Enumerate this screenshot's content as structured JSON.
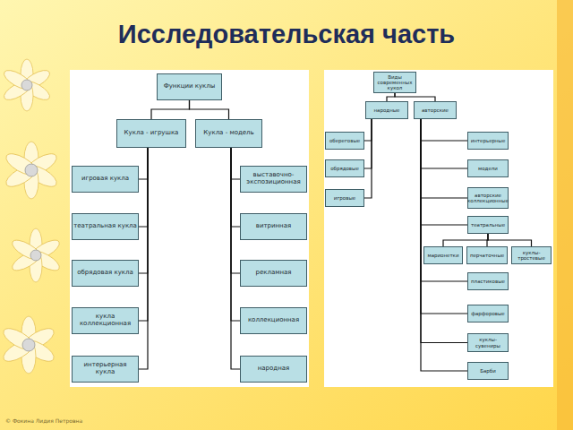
{
  "diagram": {
    "title": "Исследовательская часть",
    "nodes": [
      {
        "text": [
          "Функции куклы"
        ]
      },
      {
        "text": [
          "Кукла - игрушка"
        ]
      },
      {
        "text": [
          "Кукла - модель"
        ]
      },
      {
        "text": [
          "игровая кукла"
        ]
      },
      {
        "text": [
          "театральная кукла"
        ]
      },
      {
        "text": [
          "обрядовая кукла"
        ]
      },
      {
        "text": [
          "кукла коллекционная"
        ]
      },
      {
        "text": [
          "интерьерная кукла"
        ]
      },
      {
        "text": [
          "выставочно-экспозиционная"
        ]
      },
      {
        "text": [
          "витринная"
        ]
      },
      {
        "text": [
          "рекламная"
        ]
      },
      {
        "text": [
          "коллекционная"
        ]
      },
      {
        "text": [
          "народная"
        ]
      },
      {
        "text": [
          "Виды современных кукол"
        ]
      },
      {
        "text": [
          "народные"
        ]
      },
      {
        "text": [
          "авторские"
        ]
      },
      {
        "text": [
          "обереговые"
        ]
      },
      {
        "text": [
          "обрядовые"
        ]
      },
      {
        "text": [
          "игровые"
        ]
      },
      {
        "text": [
          "интерьерные"
        ]
      },
      {
        "text": [
          "модели"
        ]
      },
      {
        "text": [
          "авторские коллекционные"
        ]
      },
      {
        "text": [
          "театральные"
        ]
      },
      {
        "text": [
          "марионетки"
        ]
      },
      {
        "text": [
          "перчаточные"
        ]
      },
      {
        "text": [
          "куклы-тростевые"
        ]
      },
      {
        "text": [
          "пластиковые"
        ]
      },
      {
        "text": [
          "фарфоровые"
        ]
      },
      {
        "text": [
          "куклы-сувениры"
        ]
      },
      {
        "text": [
          "Барби"
        ]
      }
    ],
    "edges": [
      {
        "from": 0,
        "to": 1,
        "arrow": "none"
      },
      {
        "from": 0,
        "to": 2,
        "arrow": "none"
      },
      {
        "from": 1,
        "to": 3,
        "arrow": "none"
      },
      {
        "from": 1,
        "to": 4,
        "arrow": "none"
      },
      {
        "from": 1,
        "to": 5,
        "arrow": "none"
      },
      {
        "from": 1,
        "to": 6,
        "arrow": "none"
      },
      {
        "from": 1,
        "to": 7,
        "arrow": "none"
      },
      {
        "from": 2,
        "to": 8,
        "arrow": "none"
      },
      {
        "from": 2,
        "to": 9,
        "arrow": "none"
      },
      {
        "from": 2,
        "to": 10,
        "arrow": "none"
      },
      {
        "from": 2,
        "to": 11,
        "arrow": "none"
      },
      {
        "from": 2,
        "to": 12,
        "arrow": "none"
      },
      {
        "from": 13,
        "to": 14,
        "arrow": "none"
      },
      {
        "from": 13,
        "to": 15,
        "arrow": "none"
      },
      {
        "from": 14,
        "to": 16,
        "arrow": "none"
      },
      {
        "from": 14,
        "to": 17,
        "arrow": "none"
      },
      {
        "from": 14,
        "to": 18,
        "arrow": "none"
      },
      {
        "from": 15,
        "to": 19,
        "arrow": "none"
      },
      {
        "from": 15,
        "to": 20,
        "arrow": "none"
      },
      {
        "from": 15,
        "to": 21,
        "arrow": "none"
      },
      {
        "from": 15,
        "to": 22,
        "arrow": "none"
      },
      {
        "from": 22,
        "to": 23,
        "arrow": "none"
      },
      {
        "from": 22,
        "to": 24,
        "arrow": "none"
      },
      {
        "from": 22,
        "to": 25,
        "arrow": "none"
      },
      {
        "from": 15,
        "to": 26,
        "arrow": "none"
      },
      {
        "from": 15,
        "to": 27,
        "arrow": "none"
      },
      {
        "from": 15,
        "to": 28,
        "arrow": "none"
      },
      {
        "from": 15,
        "to": 29,
        "arrow": "none"
      }
    ],
    "labels": [
      "© Фокина Лидия Петровна"
    ]
  }
}
